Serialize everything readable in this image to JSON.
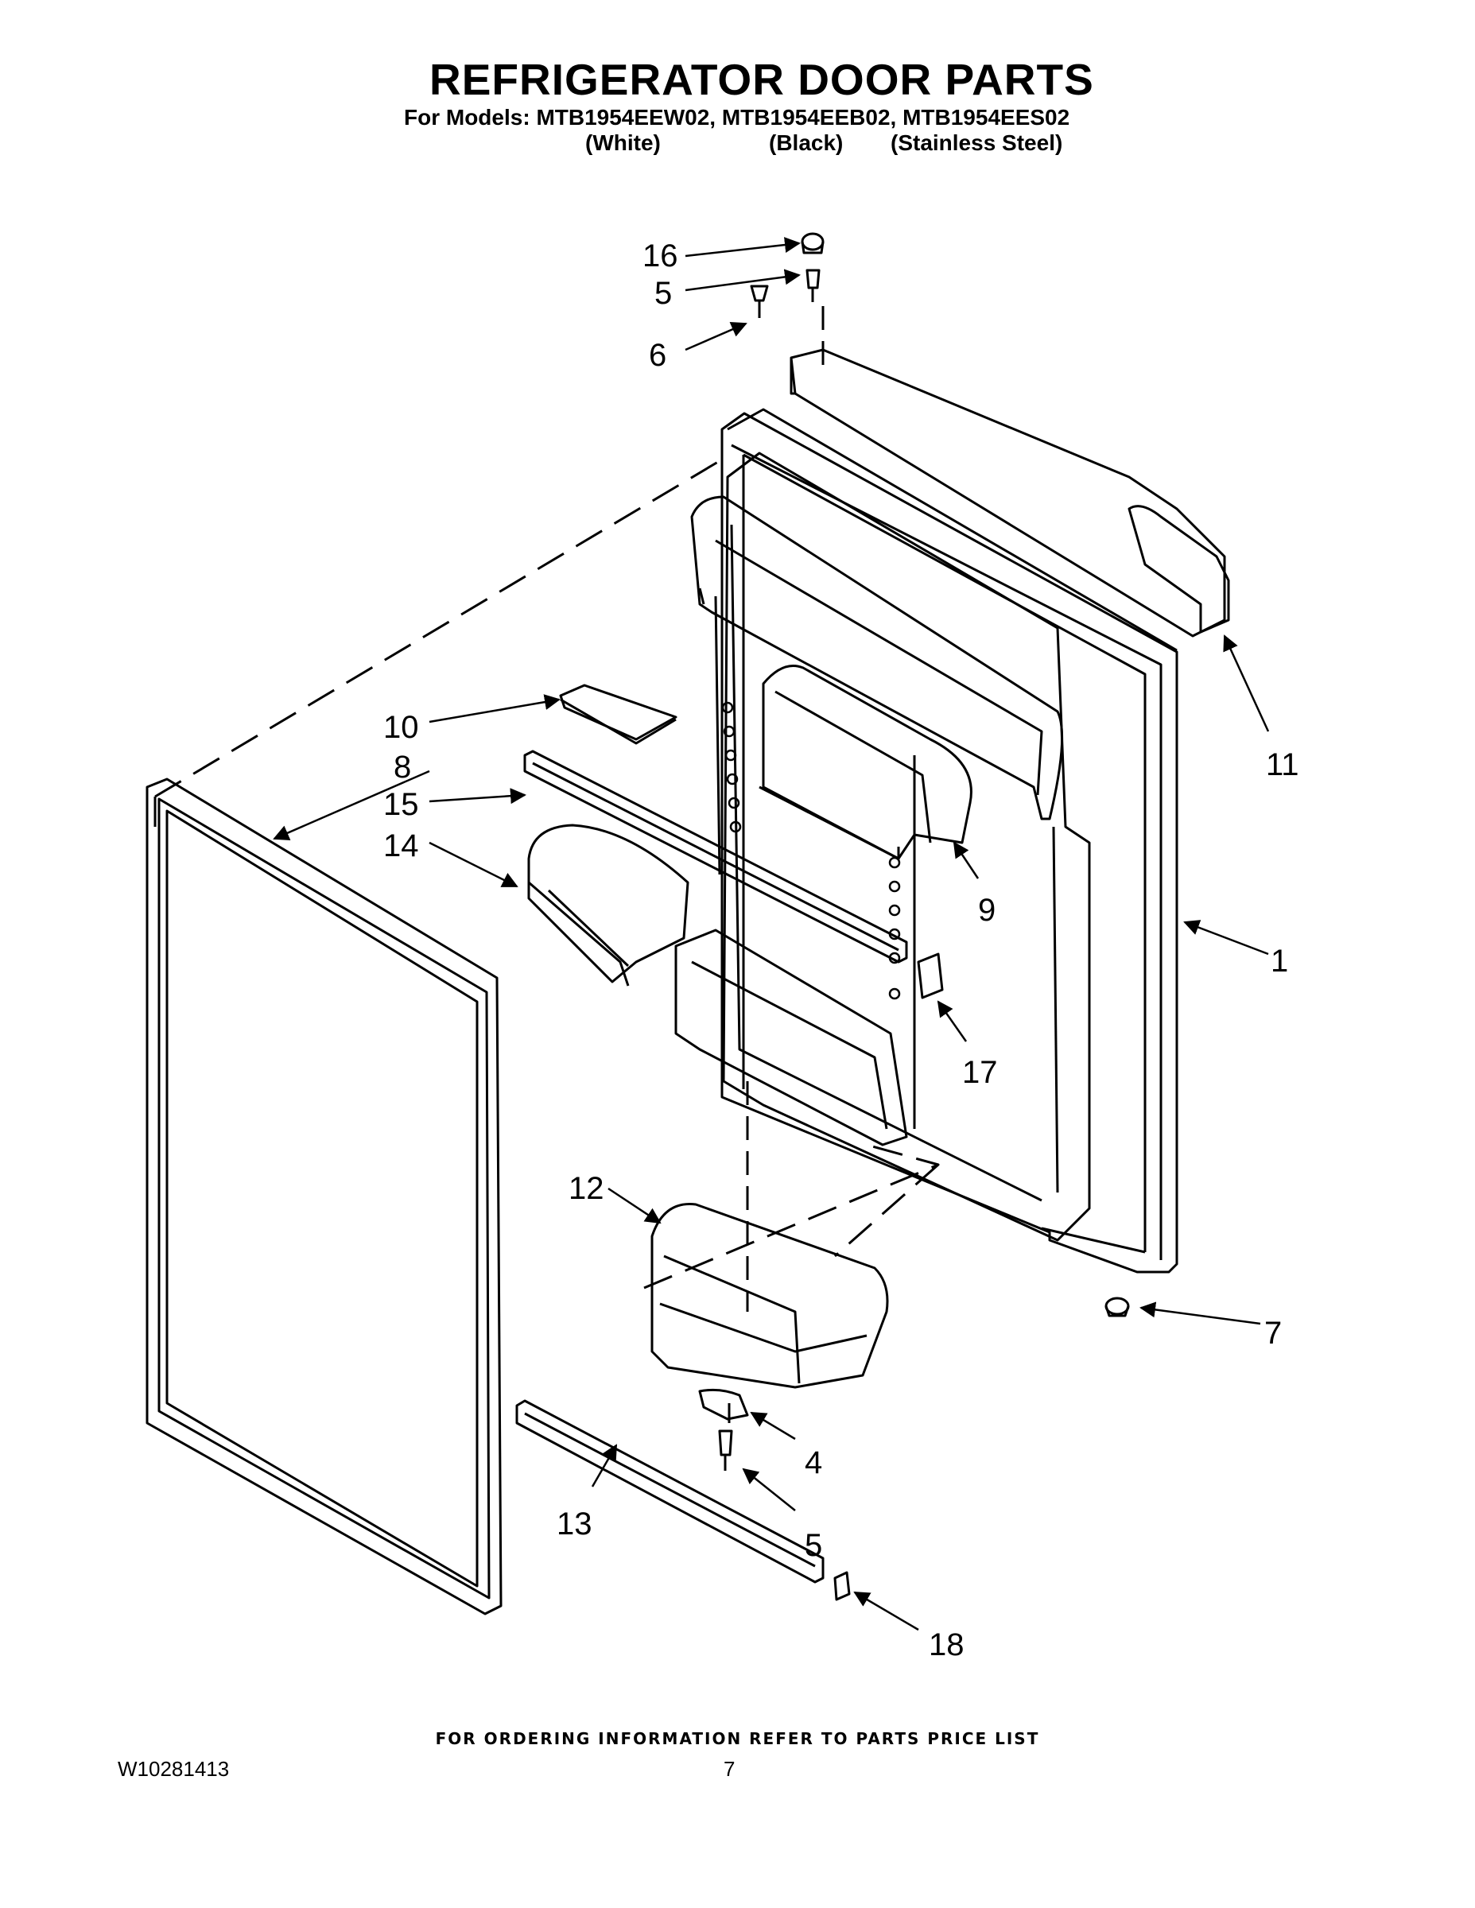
{
  "header": {
    "title": "REFRIGERATOR DOOR PARTS",
    "models_line": "For Models: MTB1954EEW02, MTB1954EEB02, MTB1954EES02",
    "variants": [
      "(White)",
      "(Black)",
      "(Stainless Steel)"
    ]
  },
  "diagram": {
    "callouts": [
      "16",
      "5",
      "6",
      "10",
      "8",
      "15",
      "14",
      "11",
      "9",
      "1",
      "17",
      "12",
      "7",
      "4",
      "5",
      "13",
      "18"
    ]
  },
  "footer": {
    "ordering_note": "FOR ORDERING INFORMATION REFER TO PARTS PRICE LIST",
    "doc_number": "W10281413",
    "page_number": "7"
  }
}
